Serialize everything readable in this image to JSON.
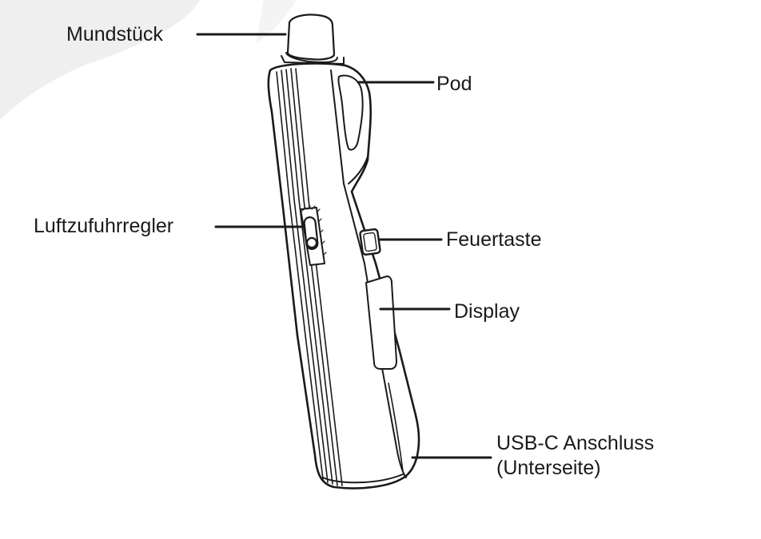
{
  "labels": {
    "mundstueck": "Mundstück",
    "pod": "Pod",
    "luftzufuhrregler": "Luftzufuhrregler",
    "feuertaste": "Feuertaste",
    "display": "Display",
    "usbc_line1": "USB-C Anschluss",
    "usbc_line2": "(Unterseite)"
  },
  "colors": {
    "line": "#1a1a1a",
    "watermark": "#efefef",
    "background": "#ffffff"
  }
}
